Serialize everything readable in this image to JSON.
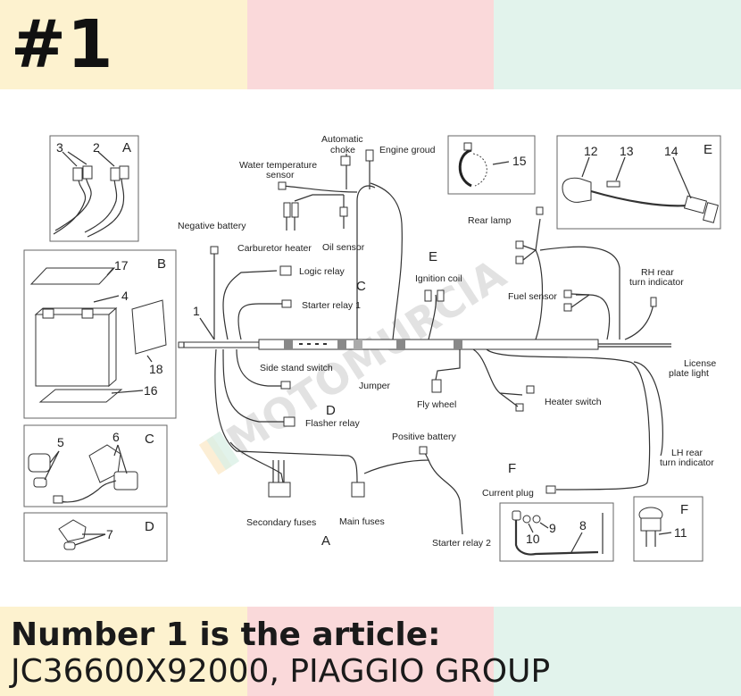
{
  "header": {
    "number": "#1"
  },
  "colors": {
    "yellow": "#fdf2cf",
    "pink": "#fad9da",
    "mint": "#e2f3ec"
  },
  "watermark": "MOTOMURCIA",
  "diagram": {
    "labels": {
      "automatic_choke": [
        "Automatic",
        "choke"
      ],
      "engine_ground": "Engine groud",
      "water_temp": [
        "Water temperature",
        "sensor"
      ],
      "negative_battery": "Negative battery",
      "carburetor_heater": "Carburetor heater",
      "oil_sensor": "Oil sensor",
      "logic_relay": "Logic relay",
      "starter_relay_1": "Starter relay 1",
      "ignition_coil": "Ignition coil",
      "rear_lamp": "Rear lamp",
      "fuel_sensor": "Fuel sensor",
      "rh_rear": [
        "RH rear",
        "turn indicator"
      ],
      "license_plate": [
        "License",
        "plate light"
      ],
      "side_stand": "Side stand switch",
      "jumper": "Jumper",
      "fly_wheel": "Fly wheel",
      "heater_switch": "Heater switch",
      "flasher_relay": "Flasher relay",
      "positive_battery": "Positive battery",
      "lh_rear": [
        "LH rear",
        "turn indicator"
      ],
      "current_plug": "Current plug",
      "secondary_fuses": "Secondary fuses",
      "main_fuses": "Main fuses",
      "starter_relay_2": "Starter relay 2"
    },
    "letters": {
      "a_top": "A",
      "b": "B",
      "c_box": "C",
      "d_box": "D",
      "e_box": "E",
      "c_main": "C",
      "e_main": "E",
      "d_main": "D",
      "f_main": "F",
      "a_main": "A",
      "f_box": "F"
    },
    "numbers": {
      "n1": "1",
      "n2": "2",
      "n3": "3",
      "n4": "4",
      "n5": "5",
      "n6": "6",
      "n7": "7",
      "n8": "8",
      "n9": "9",
      "n10": "10",
      "n11": "11",
      "n12": "12",
      "n13": "13",
      "n14": "14",
      "n15": "15",
      "n16": "16",
      "n17": "17",
      "n18": "18"
    }
  },
  "caption": {
    "line1": "Number 1 is the article:",
    "line2": "JC36600X92000, PIAGGIO GROUP"
  }
}
